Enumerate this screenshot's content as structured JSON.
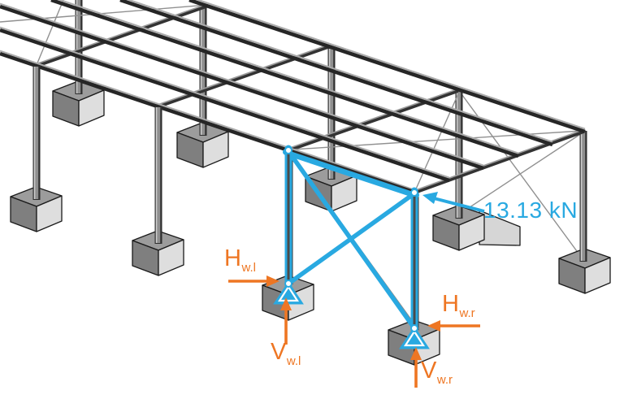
{
  "figure": {
    "type": "structural-3d-diagram",
    "load_annotation": {
      "value": "13.13 kN"
    },
    "reaction_labels": {
      "left_horizontal": {
        "symbol": "H",
        "subscript": "w.l"
      },
      "left_vertical": {
        "symbol": "V",
        "subscript": "w.l"
      },
      "right_horizontal": {
        "symbol": "H",
        "subscript": "w.r"
      },
      "right_vertical": {
        "symbol": "V",
        "subscript": "w.r"
      }
    }
  },
  "colors": {
    "background": "#ffffff",
    "highlight_cyan": "#29A9E1",
    "force_orange": "#EE7623",
    "steel_dark": "#262626",
    "steel_mid": "#8a8a8a",
    "steel_light": "#ababab",
    "rod_gray": "#909090",
    "footing_top": "#9c9c9c",
    "footing_left": "#7f7f7f",
    "footing_right": "#dedede",
    "footing_outline": "#1b1b1b",
    "node_white": "#ffffff"
  }
}
